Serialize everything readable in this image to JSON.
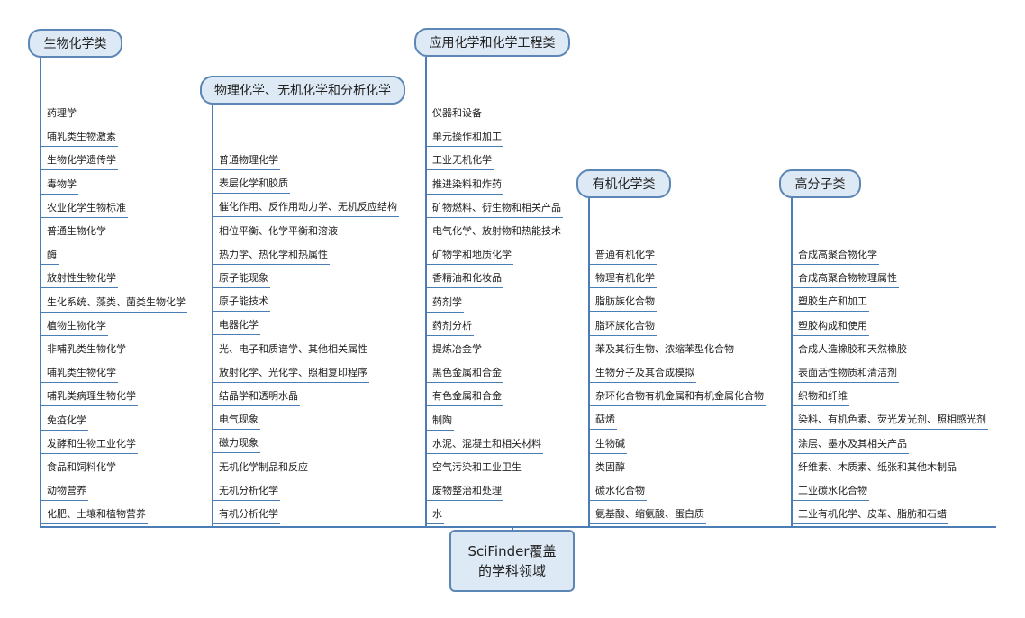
{
  "root": {
    "line1": "SciFinder覆盖",
    "line2": "的学科领域"
  },
  "branches": [
    {
      "title": "生物化学类",
      "items": [
        "药理学",
        "哺乳类生物激素",
        "生物化学遗传学",
        "毒物学",
        "农业化学生物标准",
        "普通生物化学",
        "酶",
        "放射性生物化学",
        "生化系统、藻类、菌类生物化学",
        "植物生物化学",
        "非哺乳类生物化学",
        "哺乳类生物化学",
        "哺乳类病理生物化学",
        "免疫化学",
        "发酵和生物工业化学",
        "食品和饲料化学",
        "动物营养",
        "化肥、土壤和植物营养"
      ]
    },
    {
      "title": "物理化学、无机化学和分析化学",
      "items": [
        "普通物理化学",
        "表层化学和胶质",
        "催化作用、反作用动力学、无机反应结构",
        "相位平衡、化学平衡和溶液",
        "热力学、热化学和热属性",
        "原子能现象",
        "原子能技术",
        "电器化学",
        "光、电子和质谱学、其他相关属性",
        "放射化学、光化学、照相复印程序",
        "结晶学和透明水晶",
        "电气现象",
        "磁力现象",
        "无机化学制品和反应",
        "无机分析化学",
        "有机分析化学"
      ]
    },
    {
      "title": "应用化学和化学工程类",
      "items": [
        "仪器和设备",
        "单元操作和加工",
        "工业无机化学",
        "推进染料和炸药",
        "矿物燃料、衍生物和相关产品",
        "电气化学、放射物和热能技术",
        "矿物学和地质化学",
        "香精油和化妆品",
        "药剂学",
        "药剂分析",
        "提炼冶金学",
        "黑色金属和合金",
        "有色金属和合金",
        "制陶",
        "水泥、混凝土和相关材料",
        "空气污染和工业卫生",
        "废物整治和处理",
        "水"
      ]
    },
    {
      "title": "有机化学类",
      "items": [
        "普通有机化学",
        "物理有机化学",
        "脂肪族化合物",
        "脂环族化合物",
        "苯及其衍生物、浓缩苯型化合物",
        "生物分子及其合成模拟",
        "杂环化合物有机金属和有机金属化合物",
        "萜烯",
        "生物碱",
        "类固醇",
        "碳水化合物",
        "氨基酸、缩氨酸、蛋白质"
      ]
    },
    {
      "title": "高分子类",
      "items": [
        "合成高聚合物化学",
        "合成高聚合物物理属性",
        "塑胶生产和加工",
        "塑胶构成和使用",
        "合成人造橡胶和天然橡胶",
        "表面活性物质和清洁剂",
        "织物和纤维",
        "染料、有机色素、荧光发光剂、照相感光剂",
        "涂层、墨水及其相关产品",
        "纤维素、木质素、纸张和其他木制品",
        "工业碳水化合物",
        "工业有机化学、皮革、脂肪和石蜡"
      ]
    }
  ]
}
